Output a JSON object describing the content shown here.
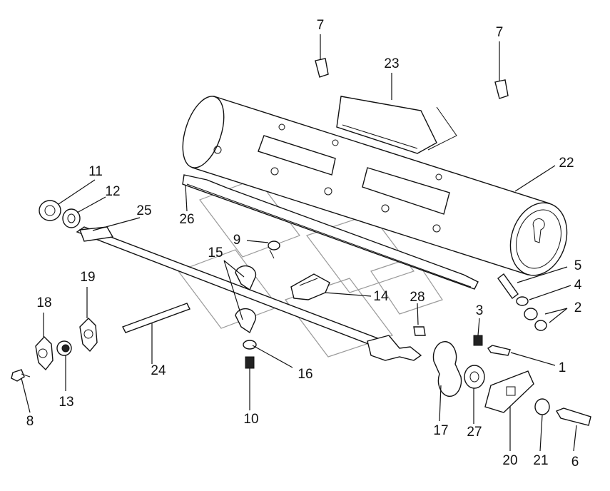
{
  "diagram": {
    "callouts": [
      {
        "id": "c1",
        "label": "1"
      },
      {
        "id": "c2",
        "label": "2"
      },
      {
        "id": "c3",
        "label": "3"
      },
      {
        "id": "c4",
        "label": "4"
      },
      {
        "id": "c5",
        "label": "5"
      },
      {
        "id": "c6",
        "label": "6"
      },
      {
        "id": "c7a",
        "label": "7"
      },
      {
        "id": "c7b",
        "label": "7"
      },
      {
        "id": "c8",
        "label": "8"
      },
      {
        "id": "c9",
        "label": "9"
      },
      {
        "id": "c10",
        "label": "10"
      },
      {
        "id": "c11",
        "label": "11"
      },
      {
        "id": "c12",
        "label": "12"
      },
      {
        "id": "c13",
        "label": "13"
      },
      {
        "id": "c14",
        "label": "14"
      },
      {
        "id": "c15",
        "label": "15"
      },
      {
        "id": "c16",
        "label": "16"
      },
      {
        "id": "c17",
        "label": "17"
      },
      {
        "id": "c18",
        "label": "18"
      },
      {
        "id": "c19",
        "label": "19"
      },
      {
        "id": "c20",
        "label": "20"
      },
      {
        "id": "c21",
        "label": "21"
      },
      {
        "id": "c22",
        "label": "22"
      },
      {
        "id": "c23",
        "label": "23"
      },
      {
        "id": "c24",
        "label": "24"
      },
      {
        "id": "c25",
        "label": "25"
      },
      {
        "id": "c26",
        "label": "26"
      },
      {
        "id": "c27",
        "label": "27"
      },
      {
        "id": "c28",
        "label": "28"
      }
    ]
  }
}
